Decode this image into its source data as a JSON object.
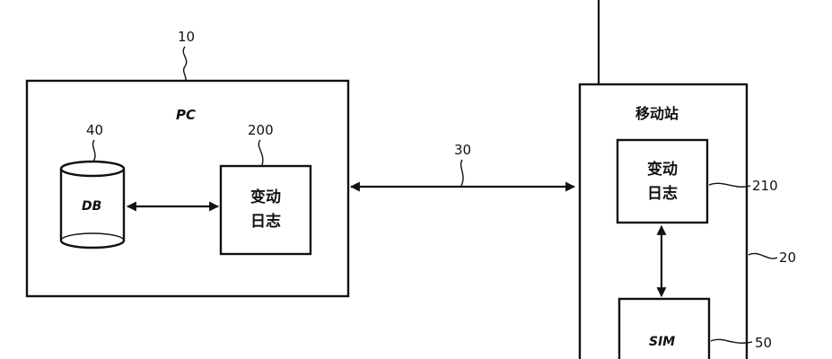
{
  "pc": {
    "title": "PC",
    "ref": "10"
  },
  "db": {
    "label": "DB",
    "ref": "40"
  },
  "pc_changelog": {
    "line1": "变动",
    "line2": "日志",
    "ref": "200"
  },
  "link": {
    "ref": "30"
  },
  "mobile": {
    "title": "移动站",
    "ref": "20"
  },
  "mobile_changelog": {
    "line1": "变动",
    "line2": "日志",
    "ref": "210"
  },
  "sim": {
    "label": "SIM",
    "ref": "50"
  }
}
